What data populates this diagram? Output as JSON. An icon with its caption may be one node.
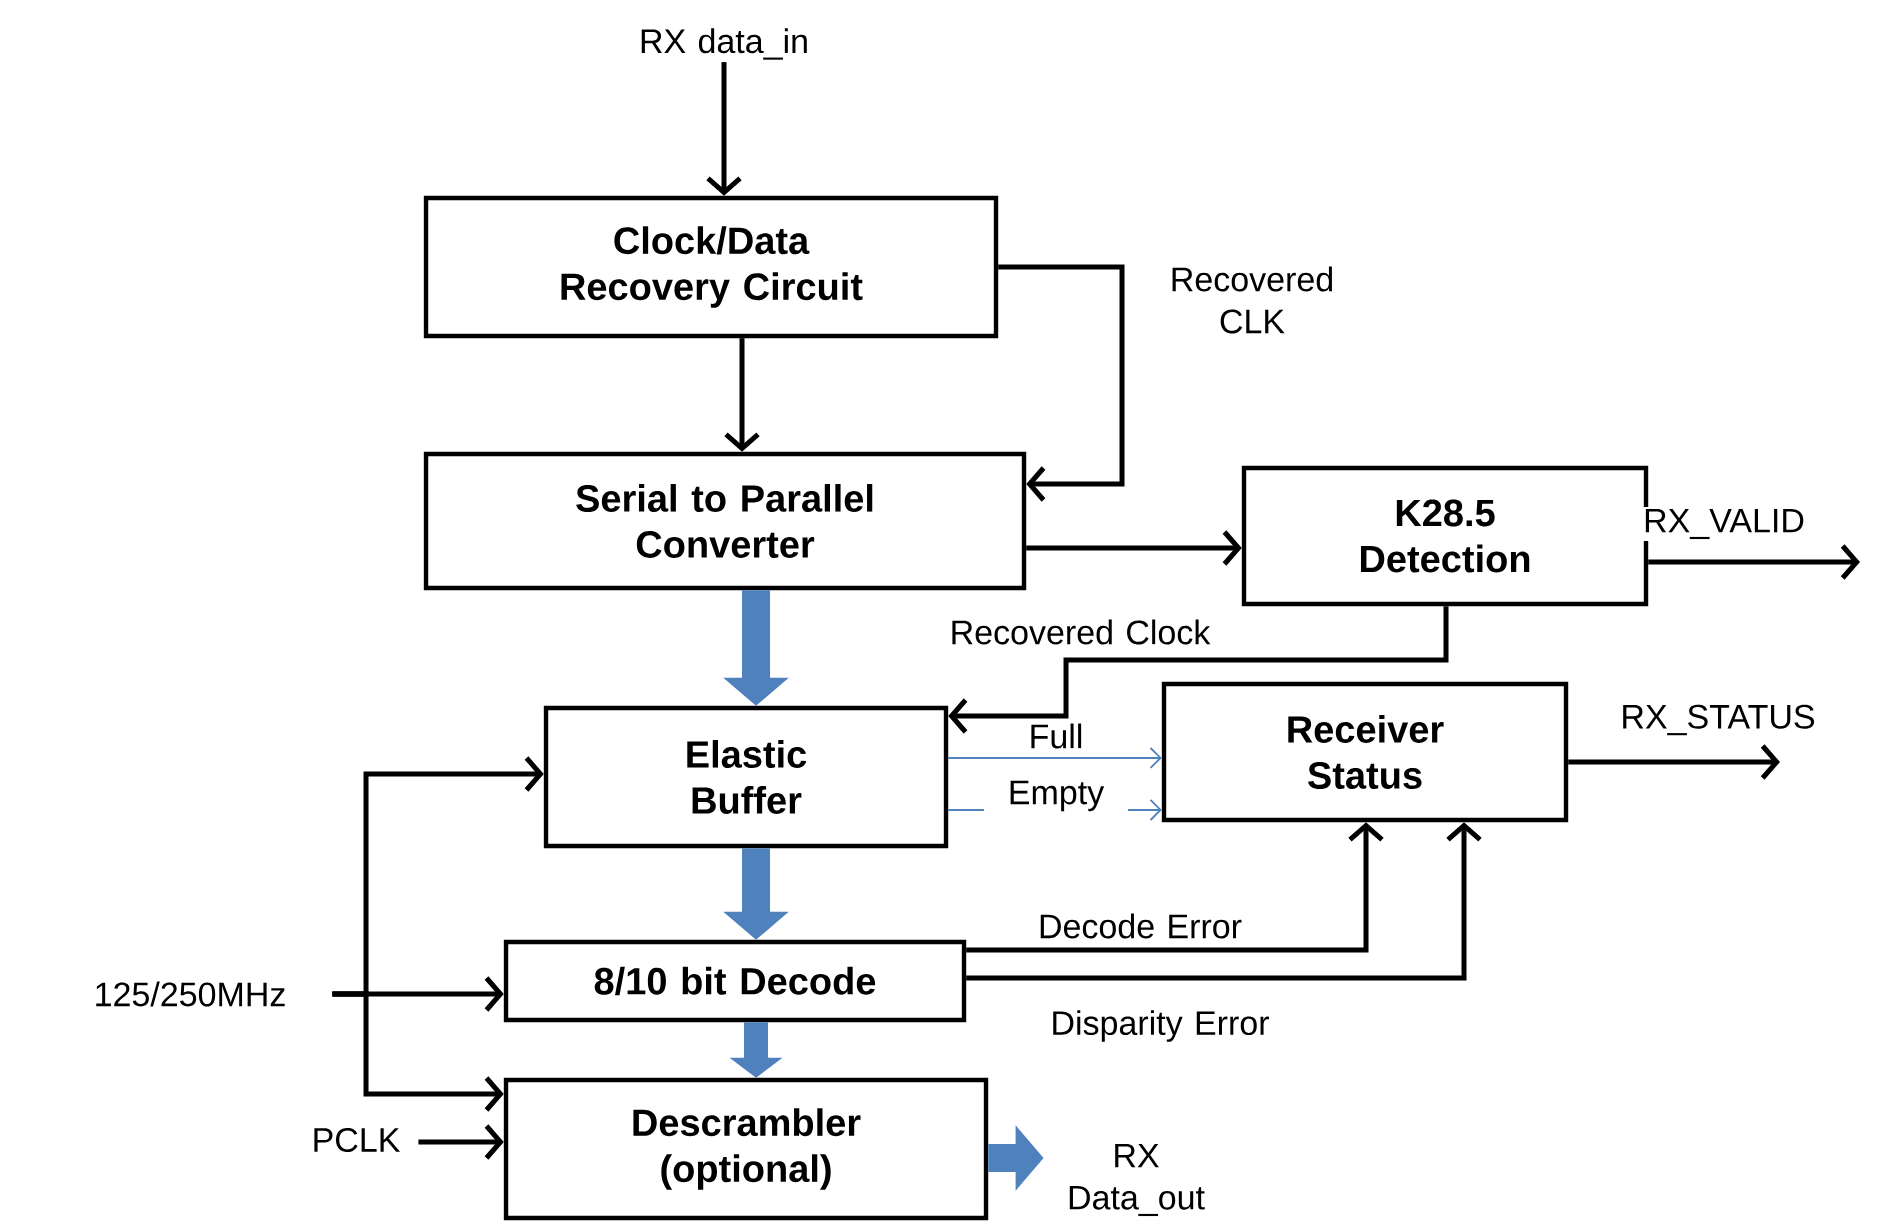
{
  "diagram": {
    "nodes": [
      {
        "text": [
          "RX data_in"
        ]
      },
      {
        "text": [
          "Clock/Data Recovery Circuit"
        ]
      },
      {
        "text": [
          "Serial to Parallel Converter"
        ]
      },
      {
        "text": [
          "K28.5 Detection"
        ]
      },
      {
        "text": [
          "Elastic Buffer"
        ]
      },
      {
        "text": [
          "Receiver Status"
        ]
      },
      {
        "text": [
          "8/10 bit Decode"
        ]
      },
      {
        "text": [
          "Descrambler (optional)"
        ]
      },
      {
        "text": [
          "125/250MHz"
        ]
      },
      {
        "text": [
          "PCLK"
        ]
      },
      {
        "text": [
          "RX Data_out"
        ]
      }
    ],
    "edges": [
      {
        "from": 0,
        "to": 1,
        "arrow": "to"
      },
      {
        "from": 1,
        "to": 2,
        "arrow": "to"
      },
      {
        "from": 1,
        "to": 2,
        "arrow": "to",
        "label": "Recovered CLK"
      },
      {
        "from": 2,
        "to": 3,
        "arrow": "to"
      },
      {
        "from": 3,
        "to": null,
        "arrow": "to",
        "label": "RX_VALID"
      },
      {
        "from": 3,
        "to": 4,
        "arrow": "to",
        "label": "Recovered Clock"
      },
      {
        "from": 4,
        "to": 5,
        "arrow": "to",
        "label": "Full",
        "color": "#4f81bd"
      },
      {
        "from": 4,
        "to": 5,
        "arrow": "to",
        "label": "Empty",
        "color": "#4f81bd"
      },
      {
        "from": 5,
        "to": null,
        "arrow": "to",
        "label": "RX_STATUS"
      },
      {
        "from": 6,
        "to": 5,
        "arrow": "to",
        "label": "Decode Error"
      },
      {
        "from": 6,
        "to": 5,
        "arrow": "to",
        "label": "Disparity Error"
      },
      {
        "from": 8,
        "to": 4,
        "arrow": "to"
      },
      {
        "from": 8,
        "to": 6,
        "arrow": "to"
      },
      {
        "from": 8,
        "to": 7,
        "arrow": "to"
      },
      {
        "from": 9,
        "to": 7,
        "arrow": "to"
      },
      {
        "from": 2,
        "to": 4,
        "arrow": "to",
        "style": "thick",
        "color": "#4f81bd"
      },
      {
        "from": 4,
        "to": 6,
        "arrow": "to",
        "style": "thick",
        "color": "#4f81bd"
      },
      {
        "from": 6,
        "to": 7,
        "arrow": "to",
        "style": "thick",
        "color": "#4f81bd"
      },
      {
        "from": 7,
        "to": 10,
        "arrow": "to",
        "style": "thick",
        "color": "#4f81bd"
      }
    ]
  }
}
